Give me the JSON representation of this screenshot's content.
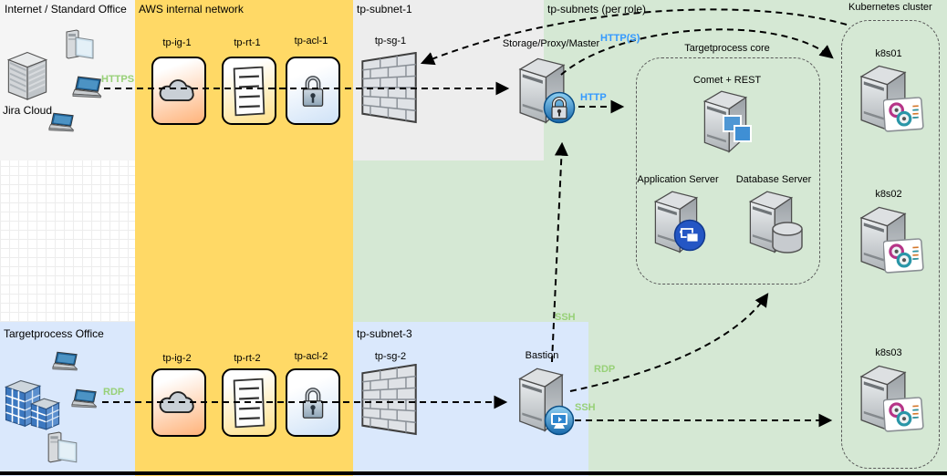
{
  "regions": {
    "internet_office": "Internet / Standard Office",
    "aws": "AWS internal network",
    "subnet1": "tp-subnet-1",
    "subnets_role": "tp-subnets (per role)",
    "k8s_cluster": "Kubernetes cluster",
    "tp_office": "Targetprocess Office",
    "subnet3": "tp-subnet-3",
    "core": "Targetprocess core"
  },
  "nodes": {
    "jira": "Jira Cloud",
    "ig1": "tp-ig-1",
    "rt1": "tp-rt-1",
    "acl1": "tp-acl-1",
    "sg1": "tp-sg-1",
    "storage": "Storage/Proxy/Master",
    "comet": "Comet + REST",
    "app": "Application Server",
    "db": "Database Server",
    "k8s01": "k8s01",
    "k8s02": "k8s02",
    "k8s03": "k8s03",
    "ig2": "tp-ig-2",
    "rt2": "tp-rt-2",
    "acl2": "tp-acl-2",
    "sg2": "tp-sg-2",
    "bastion": "Bastion"
  },
  "connections": {
    "https_in": "HTTPS",
    "rdp_in": "RDP",
    "http_core": "HTTP",
    "https_k8s": "HTTP(S)",
    "ssh_storage": "SSH",
    "rdp_core": "RDP",
    "ssh_k8s": "SSH"
  },
  "colors": {
    "protocol_green": "#97d077",
    "protocol_blue": "#3399ff",
    "region_orange": "#ffd966",
    "region_green": "#d5e8d4",
    "region_blue": "#dae8fc",
    "region_gray": "#f5f5f5",
    "badge_blue": "#1768ab"
  }
}
